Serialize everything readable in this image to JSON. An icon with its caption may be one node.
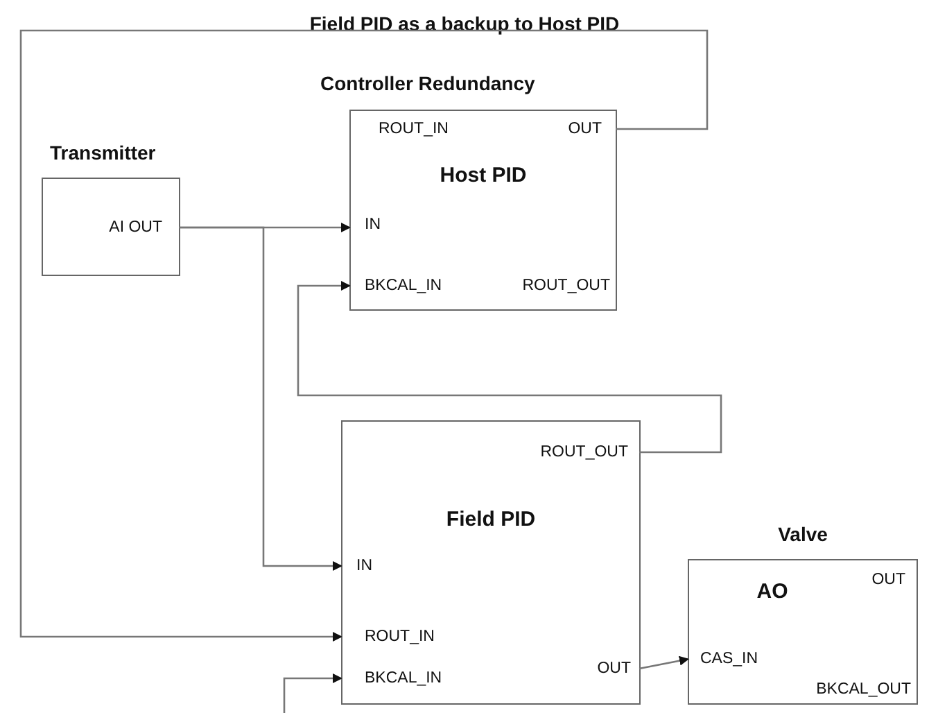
{
  "diagram": {
    "title": "Field PID as a backup to Host PID",
    "nodes": [
      {
        "text": [
          "Transmitter"
        ]
      },
      {
        "text": [
          "AI OUT"
        ],
        "in": 0
      },
      {
        "text": [
          "Controller Redundancy",
          "Host PID"
        ]
      },
      {
        "text": [
          "ROUT_IN"
        ],
        "in": 2
      },
      {
        "text": [
          "OUT"
        ],
        "in": 2
      },
      {
        "text": [
          "IN"
        ],
        "in": 2
      },
      {
        "text": [
          "BKCAL_IN"
        ],
        "in": 2
      },
      {
        "text": [
          "ROUT_OUT"
        ],
        "in": 2
      },
      {
        "text": [
          "Field PID"
        ]
      },
      {
        "text": [
          "ROUT_OUT"
        ],
        "in": 8
      },
      {
        "text": [
          "IN"
        ],
        "in": 8
      },
      {
        "text": [
          "ROUT_IN"
        ],
        "in": 8
      },
      {
        "text": [
          "BKCAL_IN"
        ],
        "in": 8
      },
      {
        "text": [
          "OUT"
        ],
        "in": 8
      },
      {
        "text": [
          "Valve",
          "AO"
        ]
      },
      {
        "text": [
          "OUT"
        ],
        "in": 14
      },
      {
        "text": [
          "CAS_IN"
        ],
        "in": 14
      },
      {
        "text": [
          "BKCAL_OUT"
        ],
        "in": 14
      }
    ],
    "edges": [
      {
        "from": 1,
        "to": 5,
        "arrow": "to"
      },
      {
        "from": 1,
        "to": 10,
        "arrow": "to"
      },
      {
        "from": 4,
        "to": 11,
        "arrow": "to"
      },
      {
        "from": 9,
        "to": 6,
        "arrow": "to"
      },
      {
        "from": 13,
        "to": 16,
        "arrow": "to"
      },
      {
        "from": null,
        "to": 12,
        "arrow": "to"
      }
    ]
  }
}
